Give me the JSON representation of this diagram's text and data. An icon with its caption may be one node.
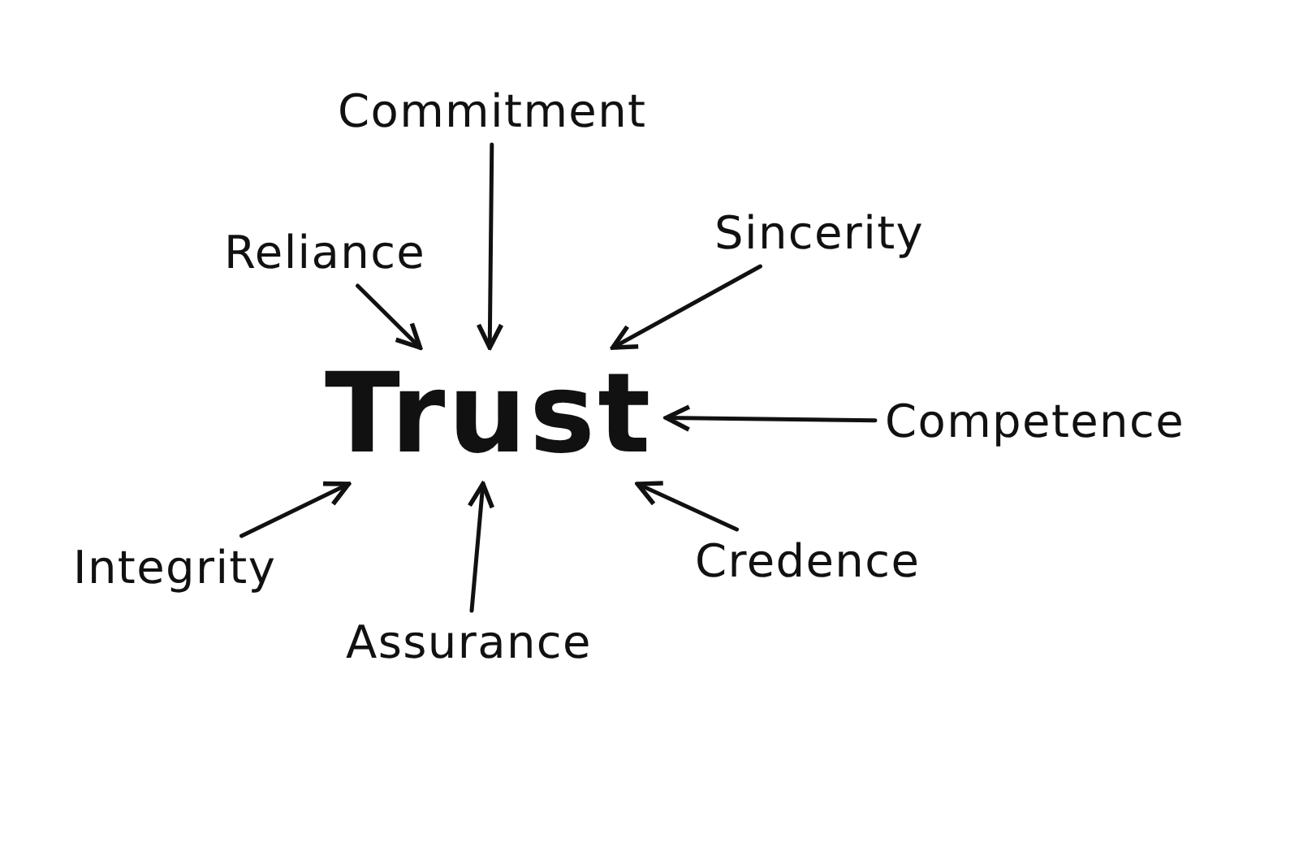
{
  "diagram": {
    "nodes": [
      {
        "text": [
          "Trust"
        ]
      },
      {
        "text": [
          "Commitment"
        ]
      },
      {
        "text": [
          "Reliance"
        ]
      },
      {
        "text": [
          "Sincerity"
        ]
      },
      {
        "text": [
          "Competence"
        ]
      },
      {
        "text": [
          "Integrity"
        ]
      },
      {
        "text": [
          "Assurance"
        ]
      },
      {
        "text": [
          "Credence"
        ]
      }
    ],
    "edges": [
      {
        "from": 1,
        "to": 0,
        "arrow": "to"
      },
      {
        "from": 2,
        "to": 0,
        "arrow": "to"
      },
      {
        "from": 3,
        "to": 0,
        "arrow": "to"
      },
      {
        "from": 4,
        "to": 0,
        "arrow": "to"
      },
      {
        "from": 5,
        "to": 0,
        "arrow": "to"
      },
      {
        "from": 6,
        "to": 0,
        "arrow": "to"
      },
      {
        "from": 7,
        "to": 0,
        "arrow": "to"
      }
    ]
  }
}
